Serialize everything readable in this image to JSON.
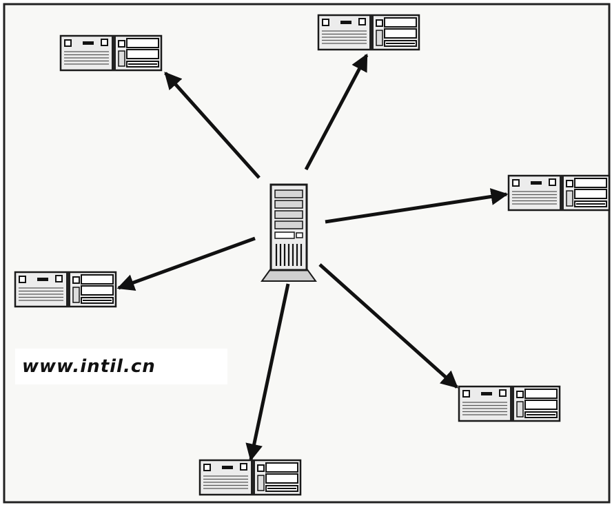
{
  "diagram": {
    "type": "network-topology",
    "style": {
      "background": "#f8f8f6",
      "border": "#222222",
      "arrow": "#111111",
      "device_fill": "#ececec",
      "device_stroke": "#1a1a1a"
    },
    "center": {
      "icon": "server-tower-icon"
    },
    "clients": [
      {
        "id": "top-left",
        "icon": "desktop-computer-icon"
      },
      {
        "id": "top-right",
        "icon": "desktop-computer-icon"
      },
      {
        "id": "right",
        "icon": "desktop-computer-icon"
      },
      {
        "id": "left",
        "icon": "desktop-computer-icon"
      },
      {
        "id": "bottom-right",
        "icon": "desktop-computer-icon"
      },
      {
        "id": "bottom",
        "icon": "desktop-computer-icon"
      }
    ],
    "edges": [
      {
        "from": "center",
        "to": "top-left",
        "direction": "out"
      },
      {
        "from": "center",
        "to": "top-right",
        "direction": "out"
      },
      {
        "from": "center",
        "to": "right",
        "direction": "out"
      },
      {
        "from": "center",
        "to": "left",
        "direction": "out"
      },
      {
        "from": "center",
        "to": "bottom-right",
        "direction": "out"
      },
      {
        "from": "center",
        "to": "bottom",
        "direction": "out"
      }
    ]
  },
  "watermark": {
    "text": "www.intil.cn"
  }
}
